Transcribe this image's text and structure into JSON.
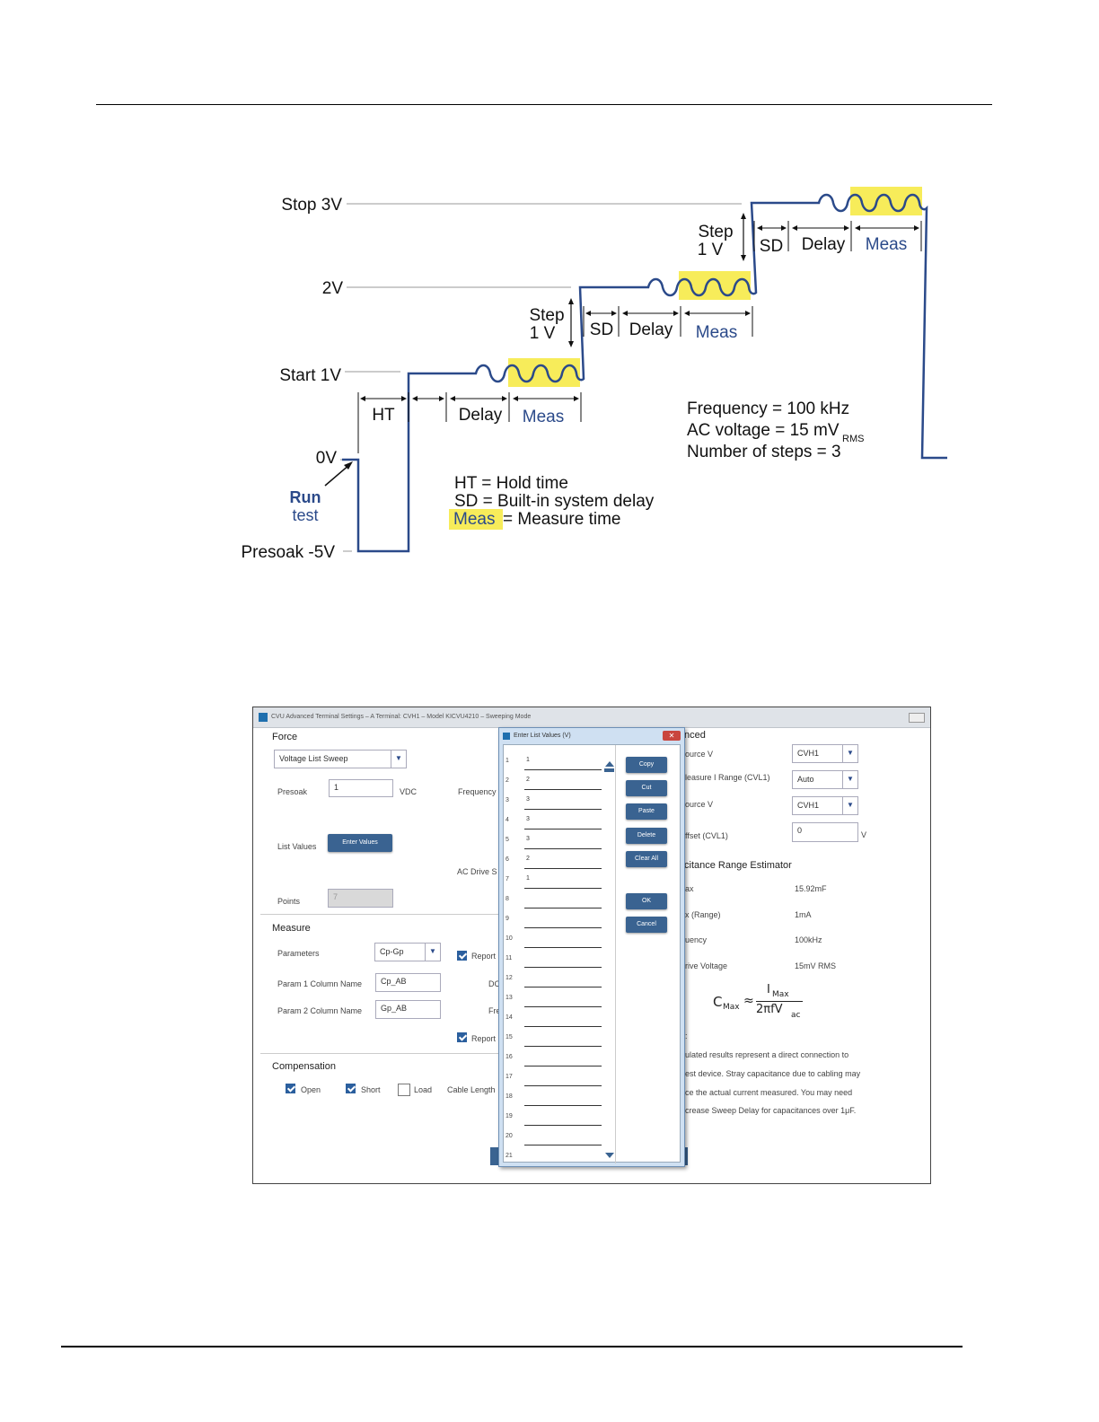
{
  "diagram": {
    "levels": {
      "stop": "Stop 3V",
      "two": "2V",
      "start": "Start 1V",
      "zero": "0V",
      "presoak": "Presoak -5V"
    },
    "run": "Run",
    "test": "test",
    "steps": [
      {
        "line1": "Step",
        "line2": "1 V"
      },
      {
        "line1": "Step",
        "line2": "1 V"
      }
    ],
    "intervals": {
      "ht": "HT",
      "sd": "SD",
      "delay": "Delay",
      "meas": "Meas"
    },
    "params": {
      "frequency": "Frequency = 100 kHz",
      "ac_voltage": "AC voltage = 15 mV",
      "ac_voltage_sub": "RMS",
      "steps": "Number of steps = 3"
    },
    "legend": {
      "ht": "HT = Hold time",
      "sd": "SD = Built-in system delay",
      "meas_key": "Meas",
      "meas_def": "= Measure time"
    },
    "colors": {
      "waveform": "#2b4a8a",
      "highlight": "#f7ec5a",
      "meas_text": "#2b4a8a"
    }
  },
  "screenshot": {
    "title": "CVU Advanced Terminal Settings – A Terminal: CVH1 – Model KICVU4210 – Sweeping Mode",
    "force": {
      "heading": "Force",
      "sweep_type": "Voltage List Sweep",
      "presoak_label": "Presoak",
      "presoak_value": "1",
      "presoak_unit": "VDC",
      "frequency_label": "Frequency",
      "list_values_label": "List Values",
      "enter_values_button": "Enter Values",
      "ac_drive_label": "AC Drive S",
      "points_label": "Points",
      "points_value": "7"
    },
    "measure": {
      "heading": "Measure",
      "parameters_label": "Parameters",
      "parameters_value": "Cp-Gp",
      "report1": "Report",
      "param1_label": "Param 1 Column Name",
      "param1_value": "Cp_AB",
      "dc_label": "DC",
      "param2_label": "Param 2 Column Name",
      "param2_value": "Gp_AB",
      "fr_label": "Fre",
      "report2": "Report"
    },
    "compensation": {
      "heading": "Compensation",
      "open": "Open",
      "short": "Short",
      "load": "Load",
      "cable_length": "Cable Length"
    },
    "advanced": {
      "heading": "nced",
      "source_v1_label": "ource V",
      "source_v1_value": "CVH1",
      "measure_range_label": "leasure I Range (CVL1)",
      "measure_range_value": "Auto",
      "source_v2_label": "ource V",
      "source_v2_value": "CVH1",
      "offset_label": "ffset (CVL1)",
      "offset_value": "0",
      "offset_unit": "V",
      "estimator_heading": "citance Range Estimator",
      "rows": [
        {
          "label": "ax",
          "value": "15.92mF"
        },
        {
          "label": "x (Range)",
          "value": "1mA"
        },
        {
          "label": "uency",
          "value": "100kHz"
        },
        {
          "label": "rive Voltage",
          "value": "15mV RMS"
        }
      ],
      "formula": {
        "c": "C",
        "c_sub": "Max",
        "approx": "≈",
        "num": "I",
        "num_sub": "Max",
        "den": "2πfV",
        "den_sub": "ac"
      },
      "colon": ":",
      "note": [
        "ulated results represent a direct connection to",
        "est device. Stray capacitance due to cabling may",
        "ce the actual current measured. You may need",
        "crease Sweep Delay for capacitances over 1μF."
      ]
    },
    "dialog": {
      "title": "Enter List Values  (V)",
      "close": "✕",
      "row_numbers": [
        "1",
        "2",
        "3",
        "4",
        "5",
        "6",
        "7",
        "8",
        "9",
        "10",
        "11",
        "12",
        "13",
        "14",
        "15",
        "16",
        "17",
        "18",
        "19",
        "20",
        "21"
      ],
      "values": [
        "1",
        "2",
        "3",
        "3",
        "3",
        "2",
        "1",
        "",
        "",
        "",
        "",
        "",
        "",
        "",
        "",
        "",
        "",
        "",
        "",
        "",
        ""
      ],
      "buttons": {
        "copy": "Copy",
        "cut": "Cut",
        "paste": "Paste",
        "delete": "Delete",
        "clear_all": "Clear All",
        "ok": "OK",
        "cancel": "Cancel"
      }
    },
    "checks": {
      "report1": true,
      "report2": true,
      "open": true,
      "short": true,
      "load": false
    }
  }
}
